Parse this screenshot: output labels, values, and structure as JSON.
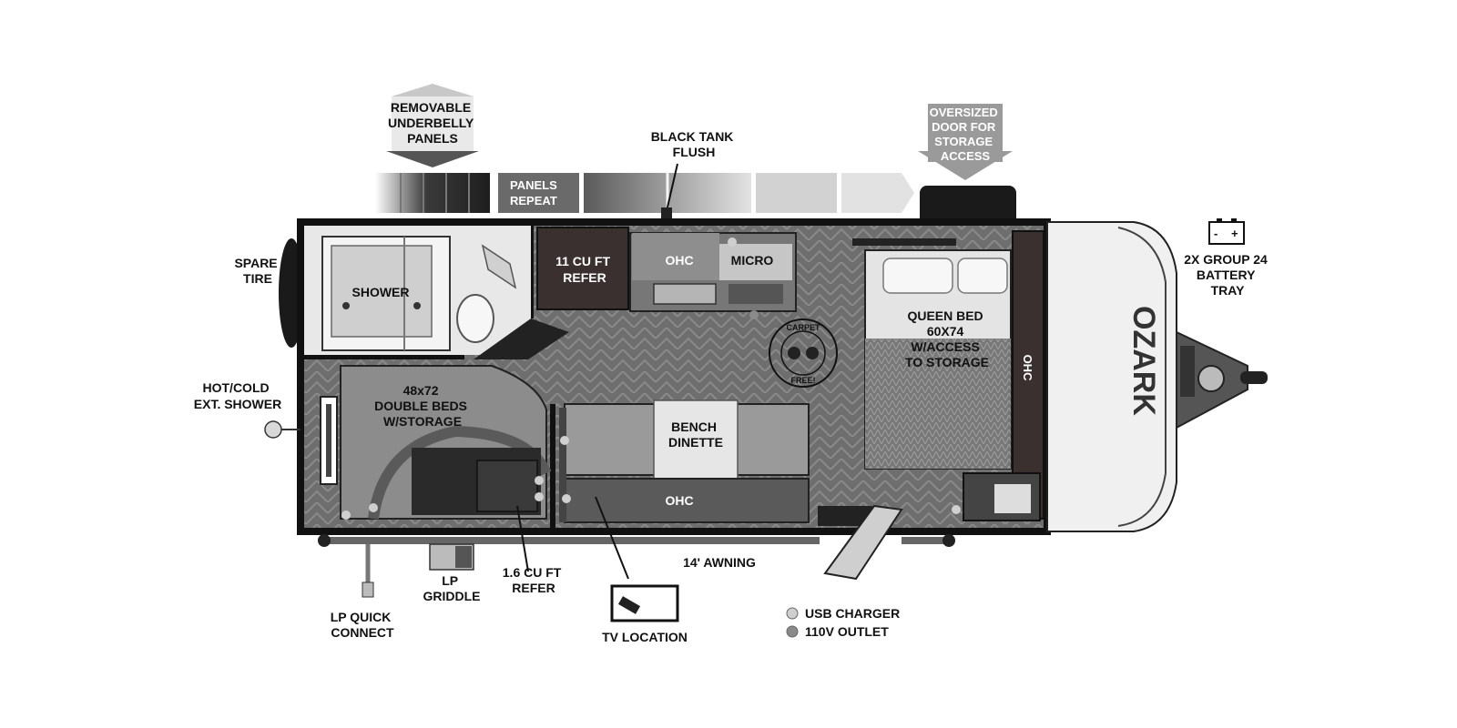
{
  "labels": {
    "removable_underbelly_panels": [
      "REMOVABLE",
      "UNDERBELLY",
      "PANELS"
    ],
    "panels_repeat": [
      "PANELS",
      "REPEAT"
    ],
    "black_tank_flush": [
      "BLACK TANK",
      "FLUSH"
    ],
    "oversized_door": [
      "OVERSIZED",
      "DOOR FOR",
      "STORAGE",
      "ACCESS"
    ],
    "battery_tray": [
      "2X GROUP 24",
      "BATTERY",
      "TRAY"
    ],
    "battery_symbol": [
      "-",
      "+"
    ],
    "spare_tire": [
      "SPARE",
      "TIRE"
    ],
    "shower": "SHOWER",
    "refer_11": [
      "11 CU FT",
      "REFER"
    ],
    "ohc_kitchen": "OHC",
    "micro": "MICRO",
    "queen_bed": [
      "QUEEN BED",
      "60X74",
      "W/ACCESS",
      "TO STORAGE"
    ],
    "ohc_front": "OHC",
    "hot_cold_shower": [
      "HOT/COLD",
      "EXT. SHOWER"
    ],
    "double_beds": [
      "48x72",
      "DOUBLE BEDS",
      "W/STORAGE"
    ],
    "bench_dinette": [
      "BENCH",
      "DINETTE"
    ],
    "ohc_dinette": "OHC",
    "awning": "14' AWNING",
    "refer_16": [
      "1.6 CU FT",
      "REFER"
    ],
    "lp_griddle": [
      "LP",
      "GRIDDLE"
    ],
    "lp_quick_connect": [
      "LP QUICK",
      "CONNECT"
    ],
    "tv_location": "TV LOCATION",
    "carpet_free": [
      "CARPET",
      "FREE!"
    ],
    "brand": "OZARK"
  },
  "legend": [
    {
      "label": "USB CHARGER",
      "color": "#cfcfcf"
    },
    {
      "label": "110V OUTLET",
      "color": "#8a8a8a"
    }
  ],
  "colors": {
    "wall": "#1a1a1a",
    "floor": "#7a7a7a",
    "cabinet_dark": "#3a3030",
    "panel_gray": "#8c8c8c",
    "arrow_gray": "#9a9a9a"
  }
}
